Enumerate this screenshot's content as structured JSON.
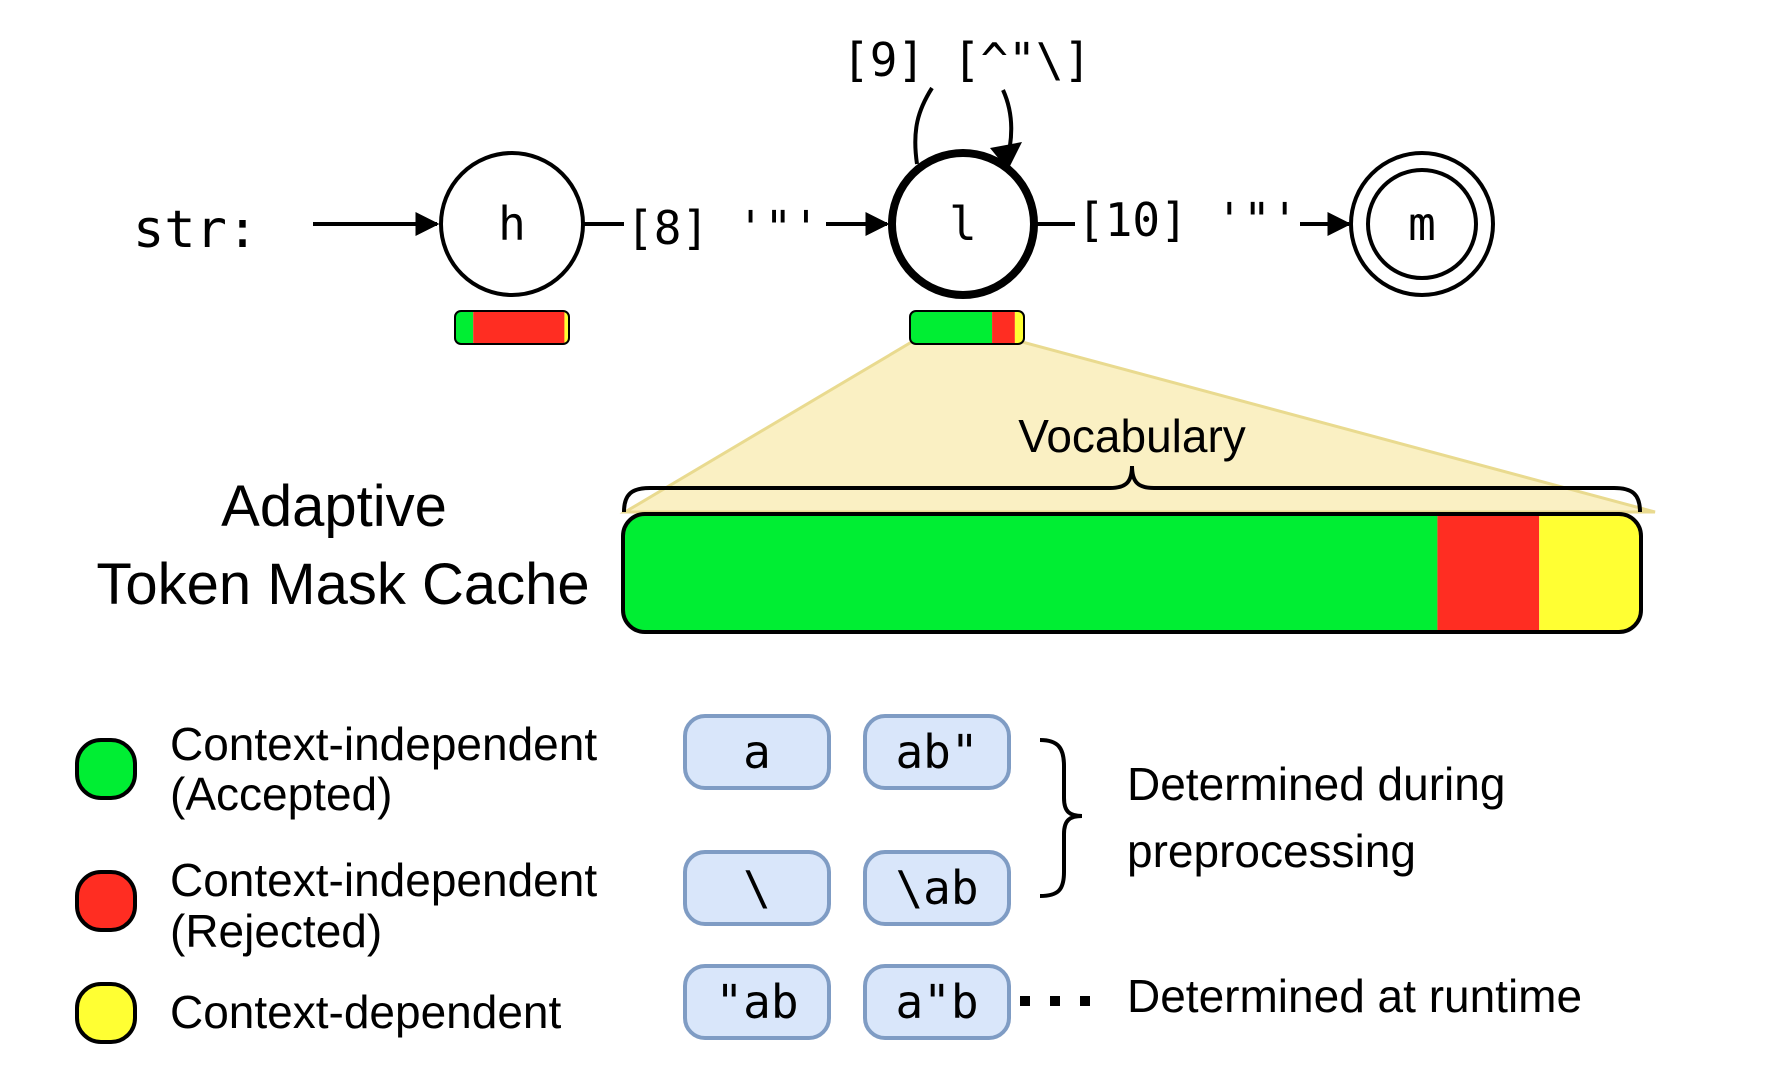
{
  "automaton": {
    "start_label": "str:",
    "states": [
      {
        "id": "h",
        "label": "h"
      },
      {
        "id": "l",
        "label": "l"
      },
      {
        "id": "m",
        "label": "m"
      }
    ],
    "edges": {
      "h_to_l": "[8] '\"'",
      "self_loop_l": "[9] [^\"\\]",
      "l_to_m": "[10] '\"'"
    }
  },
  "mini_masks": {
    "h": {
      "accepted": 0.16,
      "rejected": 0.8,
      "dependent": 0.04
    },
    "l": {
      "accepted": 0.72,
      "rejected": 0.2,
      "dependent": 0.08
    }
  },
  "cache": {
    "title_line1": "Adaptive",
    "title_line2": "Token Mask Cache",
    "vocabulary_label": "Vocabulary",
    "accepted_fraction": 0.8,
    "rejected_fraction": 0.1,
    "dependent_fraction": 0.1
  },
  "legend": {
    "accepted_line1": "Context-independent",
    "accepted_line2": "(Accepted)",
    "rejected_line1": "Context-independent",
    "rejected_line2": "(Rejected)",
    "dependent": "Context-dependent"
  },
  "tokens": {
    "accepted": [
      "a",
      "ab\""
    ],
    "rejected": [
      "\\",
      "\\ab"
    ],
    "dependent": [
      "\"ab",
      "a\"b"
    ]
  },
  "notes": {
    "preprocessing_line1": "Determined during",
    "preprocessing_line2": "preprocessing",
    "runtime": "Determined at runtime"
  },
  "colors": {
    "accepted": "#00ee33",
    "rejected": "#ff2d22",
    "dependent": "#ffff33",
    "token_fill": "#d9e6fa",
    "token_border": "#7f9cc4",
    "zoom_fill": "#faf0c0",
    "zoom_edge": "#e8d98a"
  }
}
